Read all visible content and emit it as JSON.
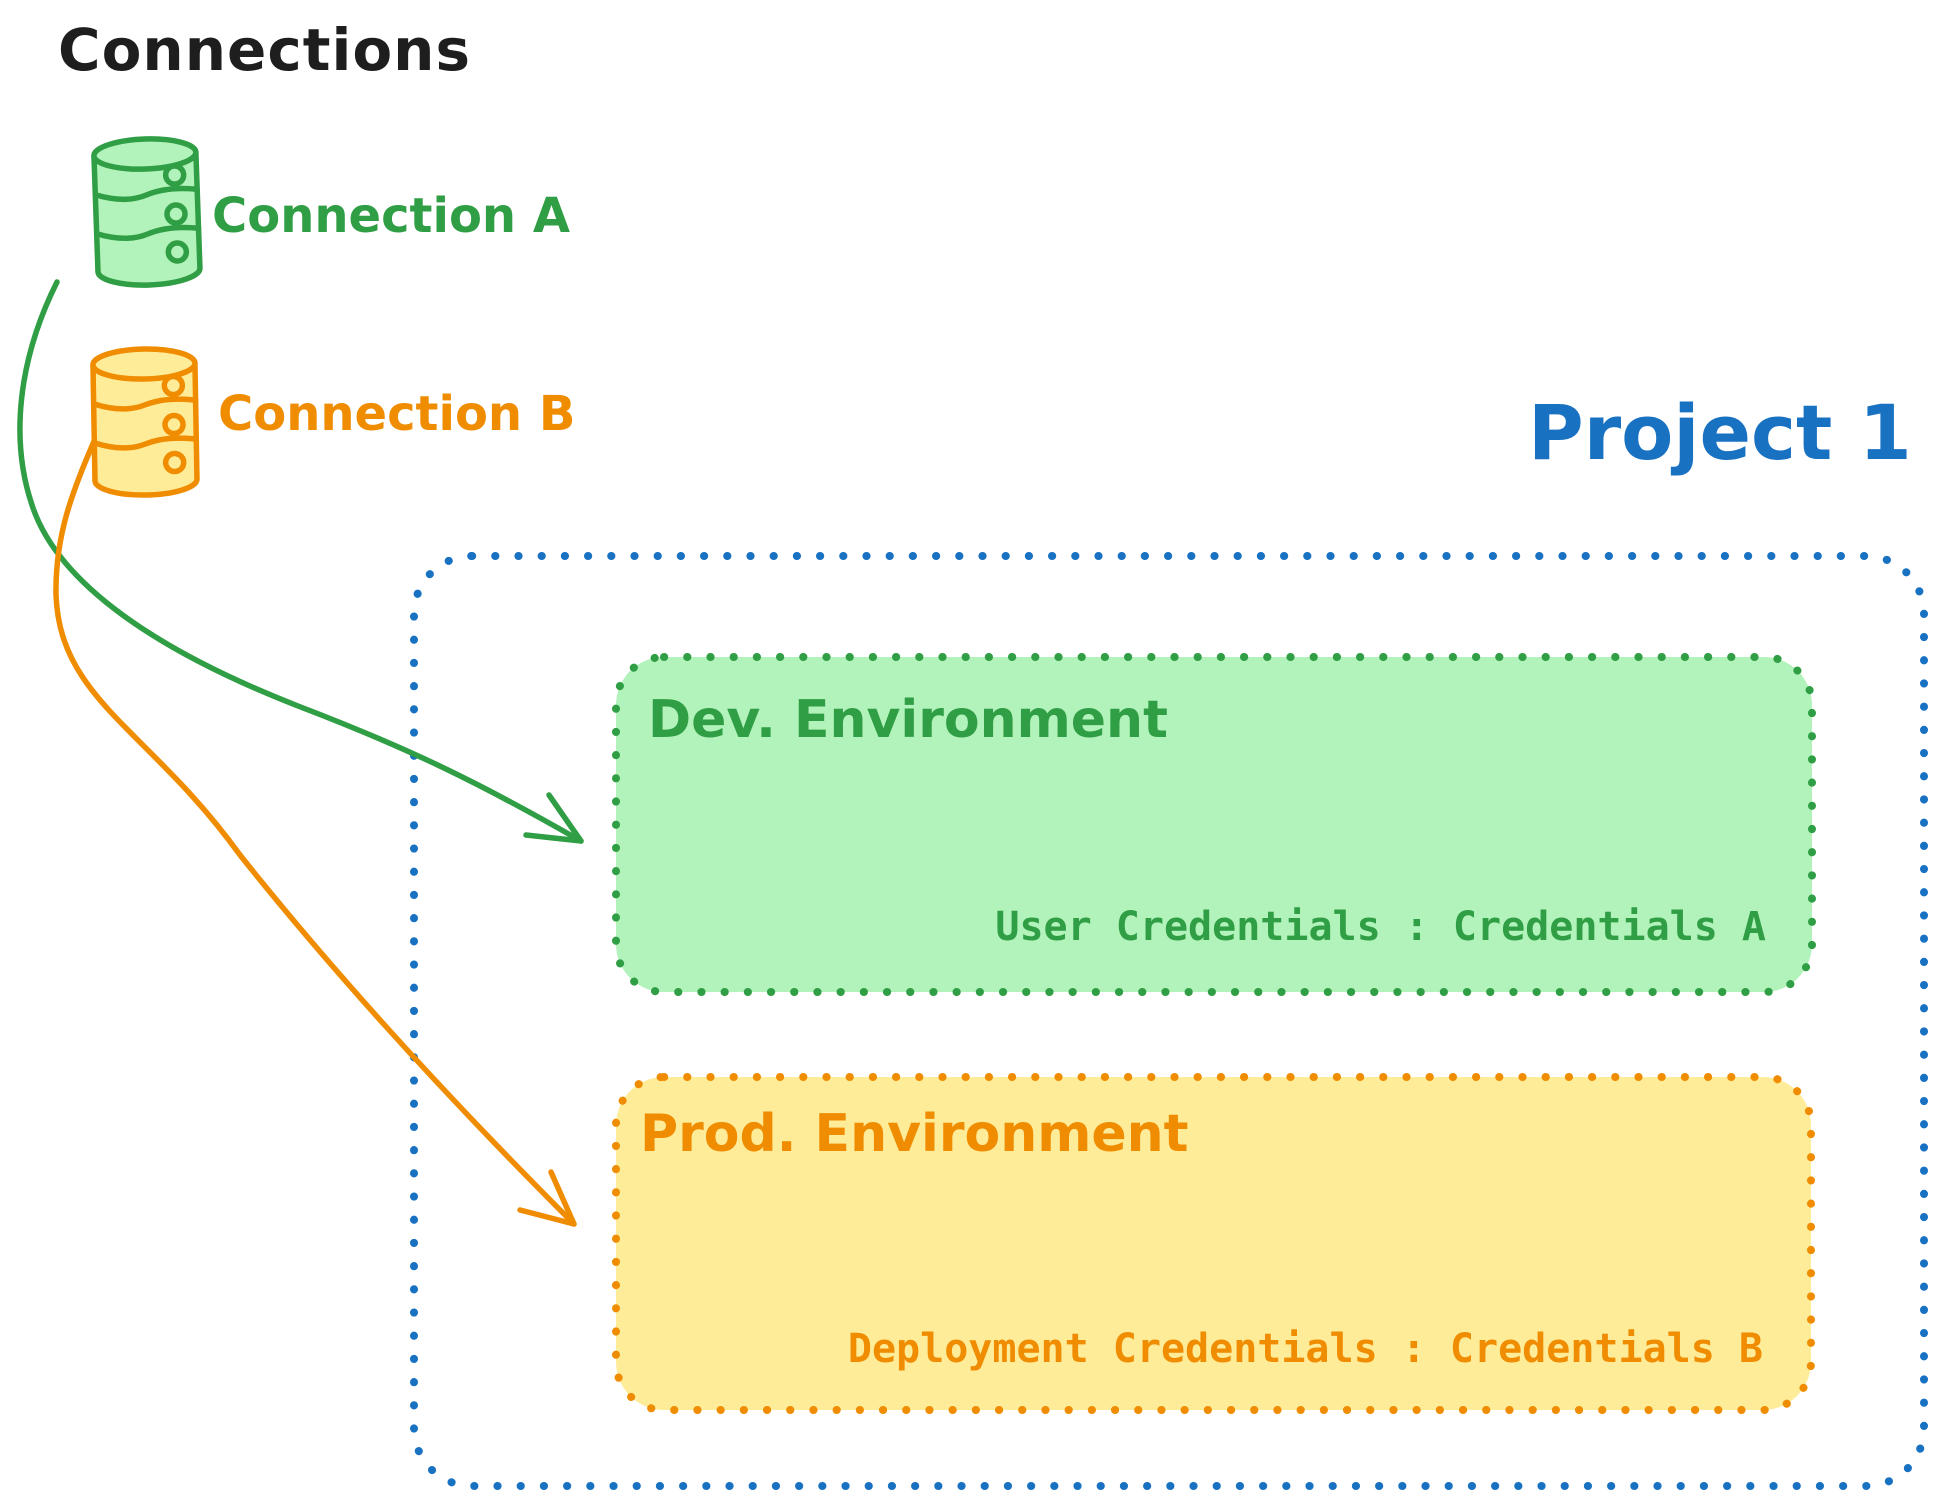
{
  "page": {
    "title": "Connections"
  },
  "connections": {
    "items": [
      {
        "label": "Connection A",
        "icon": "database-icon",
        "stroke_color": "#2f9e44",
        "fill_color": "#b2f2bb"
      },
      {
        "label": "Connection B",
        "icon": "database-icon",
        "stroke_color": "#f08c00",
        "fill_color": "#ffec99"
      }
    ]
  },
  "project": {
    "title": "Project 1",
    "border_color": "#1971c2",
    "environments": [
      {
        "title": "Dev. Environment",
        "credentials_label": "User Credentials : Credentials A",
        "stroke_color": "#2f9e44",
        "fill_color": "#b2f2bb",
        "linked_connection": "Connection A"
      },
      {
        "title": "Prod. Environment",
        "credentials_label": "Deployment Credentials : Credentials B",
        "stroke_color": "#f08c00",
        "fill_color": "#ffec99",
        "linked_connection": "Connection B"
      }
    ]
  },
  "colors": {
    "green_stroke": "#2f9e44",
    "green_fill": "#b2f2bb",
    "orange_stroke": "#f08c00",
    "orange_fill": "#ffec99",
    "blue_stroke": "#1971c2",
    "text_black": "#1e1e1e"
  }
}
